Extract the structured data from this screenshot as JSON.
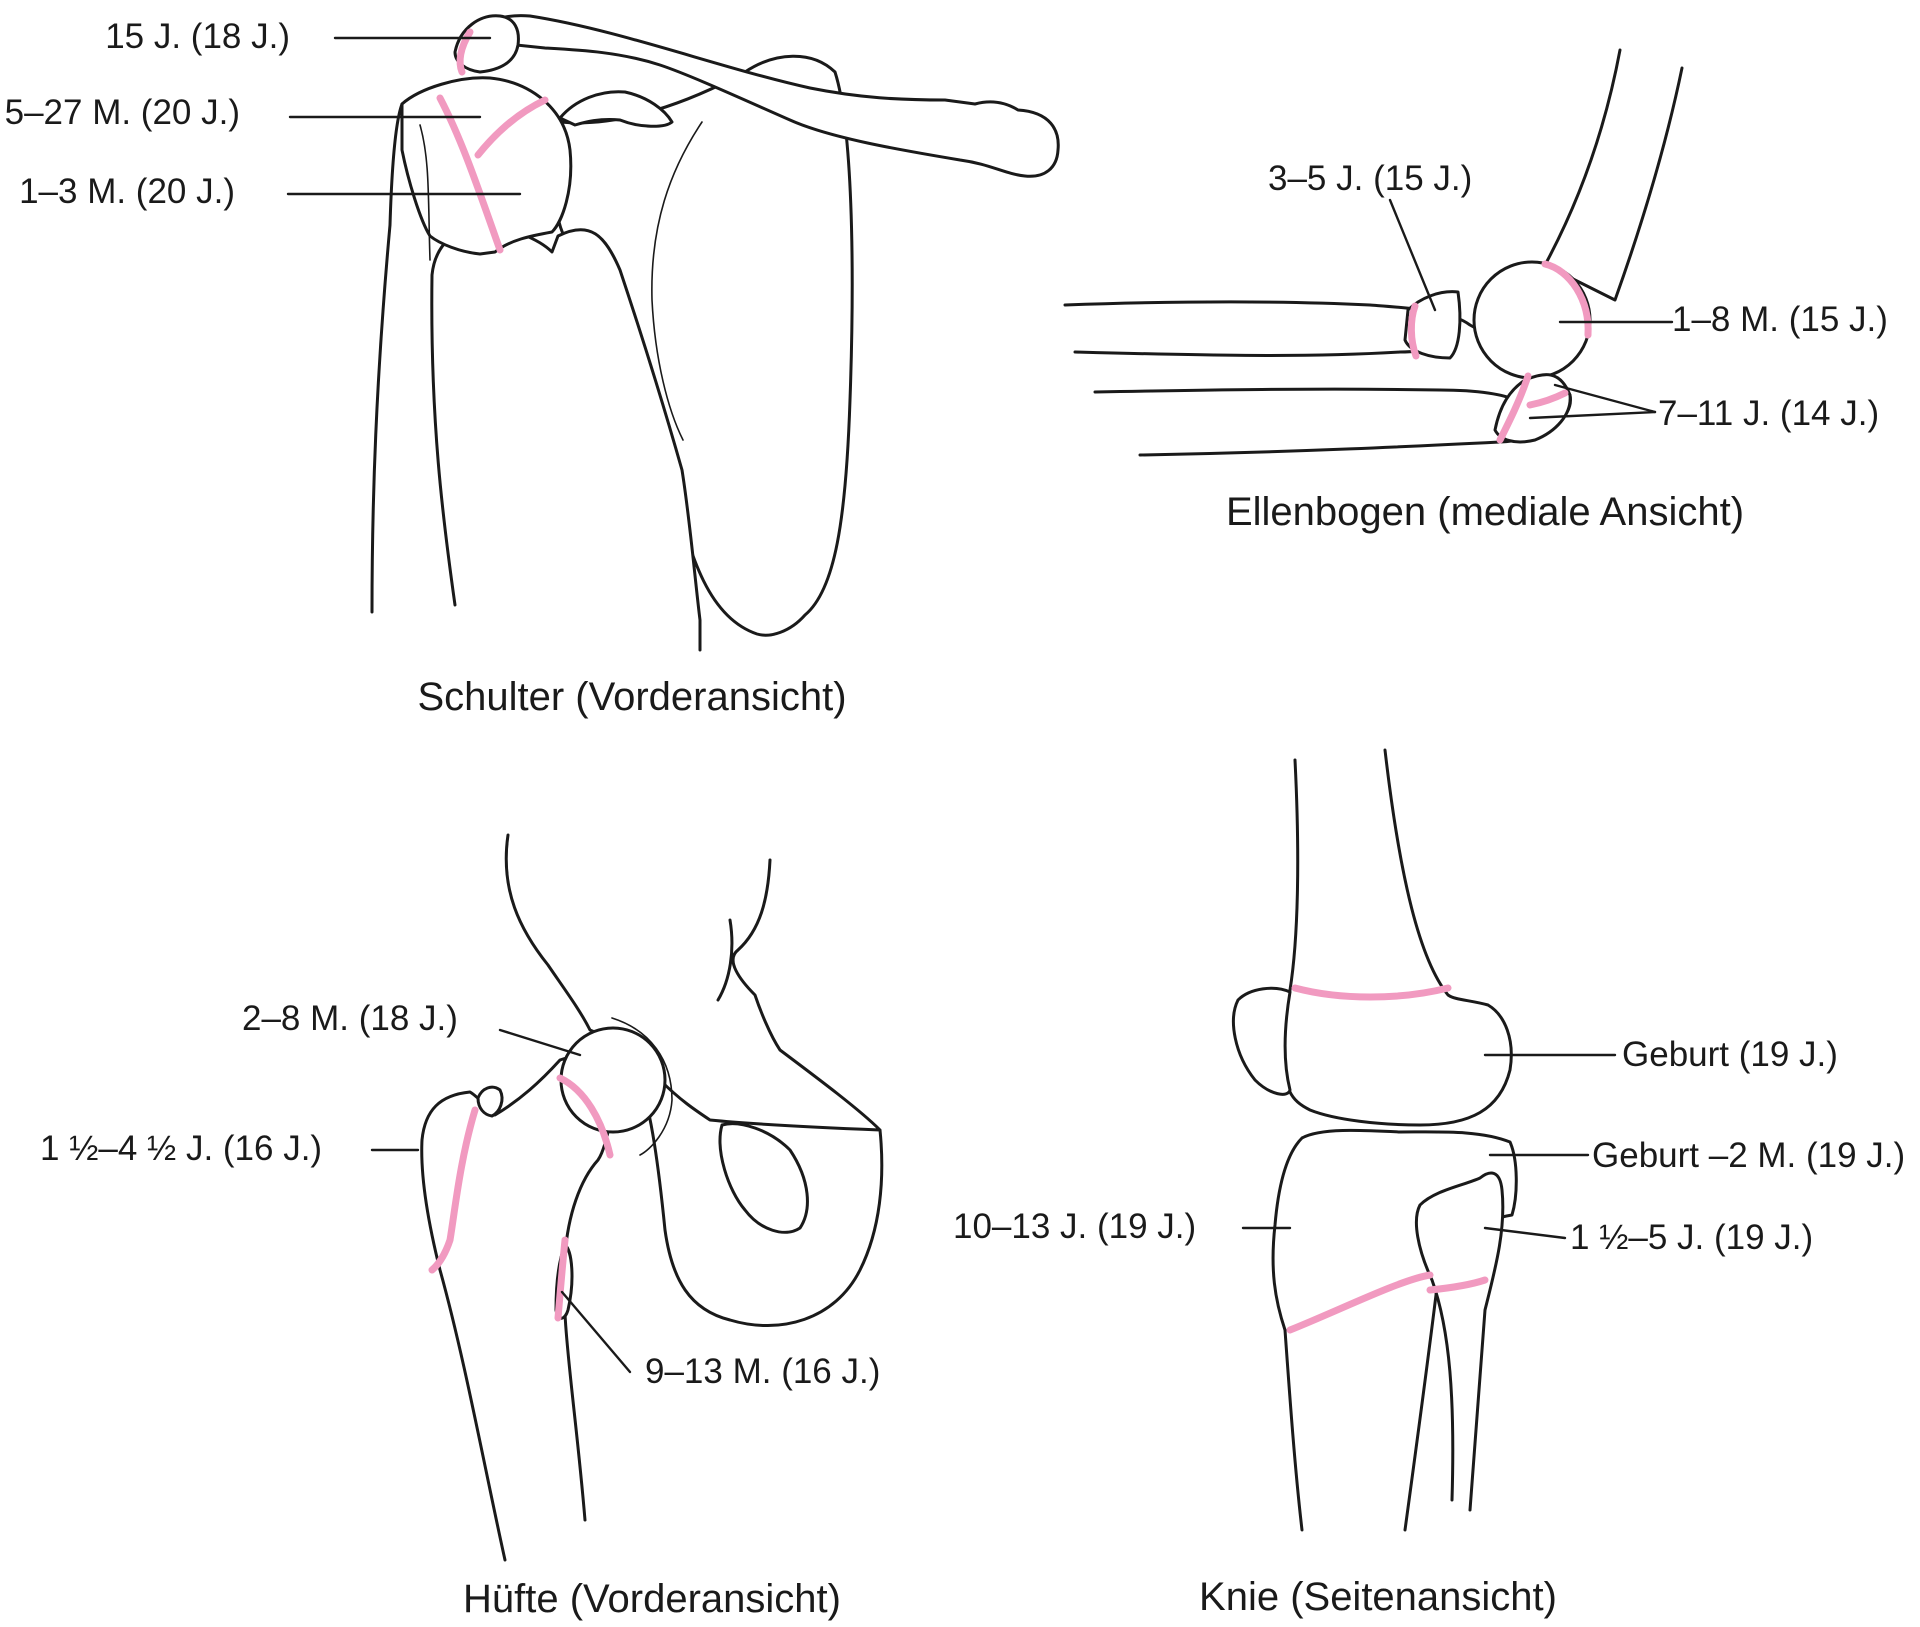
{
  "colors": {
    "growth_plate": "#f19ac0",
    "outline": "#1a1a1a"
  },
  "panels": {
    "shoulder": {
      "caption": "Schulter (Vorderansicht)",
      "labels": [
        "15 J. (18 J.)",
        "5–27 M. (20 J.)",
        "1–3 M. (20 J.)"
      ]
    },
    "elbow": {
      "caption": "Ellenbogen (mediale Ansicht)",
      "labels": [
        "3–5 J. (15 J.)",
        "1–8 M. (15 J.)",
        "7–11 J. (14 J.)"
      ]
    },
    "hip": {
      "caption": "Hüfte (Vorderansicht)",
      "labels": [
        "2–8 M. (18 J.)",
        "1 ½–4 ½ J. (16 J.)",
        "9–13 M. (16 J.)"
      ]
    },
    "knee": {
      "caption": "Knie (Seitenansicht)",
      "labels": [
        "Geburt (19 J.)",
        "Geburt –2 M. (19 J.)",
        "10–13 J. (19 J.)",
        "1 ½–5 J. (19 J.)"
      ]
    }
  }
}
